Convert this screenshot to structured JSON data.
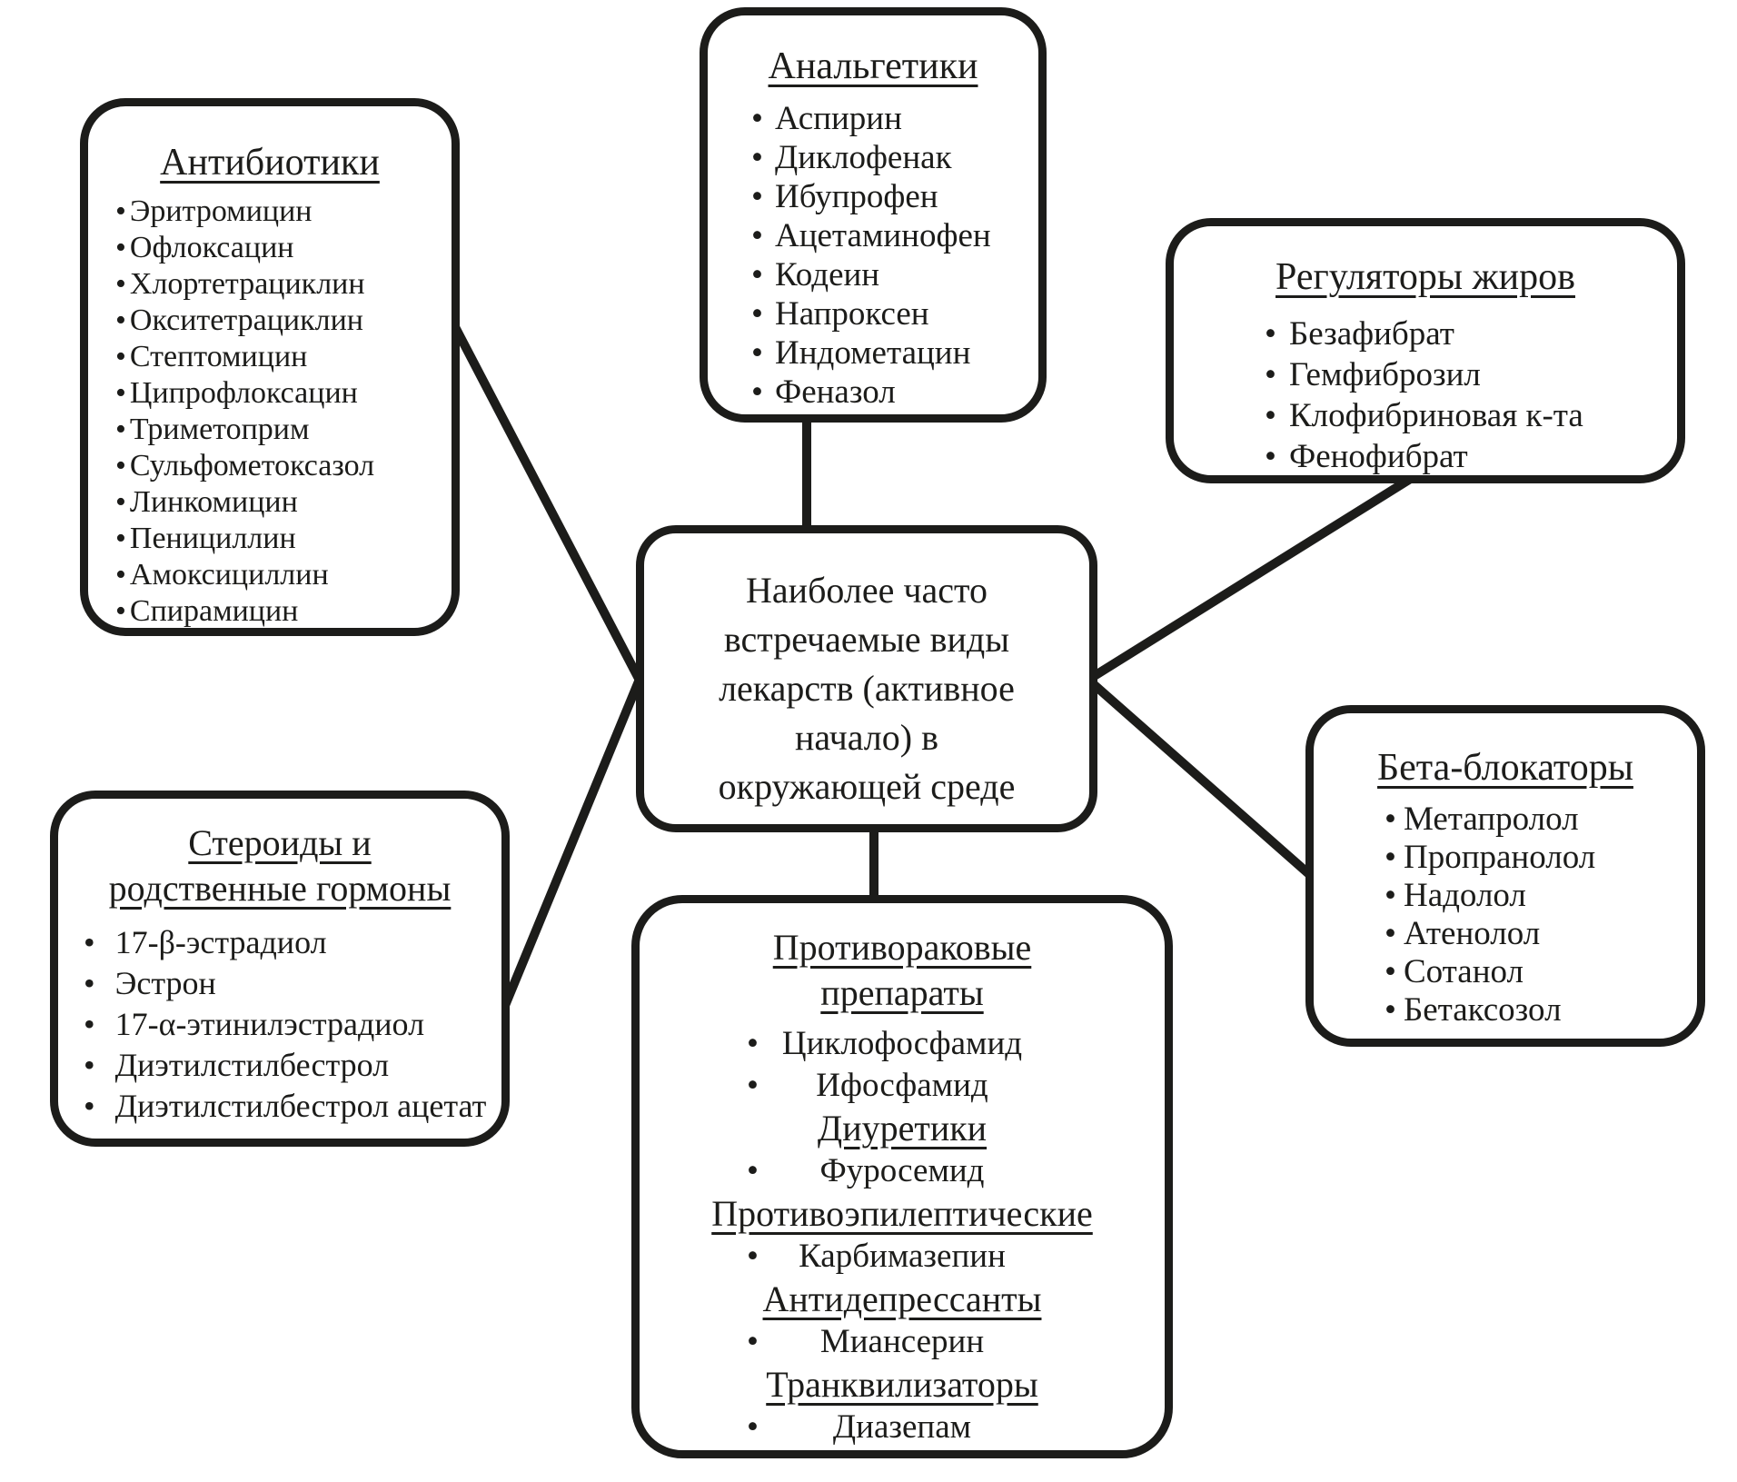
{
  "colors": {
    "ink": "#1c1c1a",
    "background": "#ffffff"
  },
  "center_box": {
    "lines": [
      "Наиболее часто",
      "встречаемые виды",
      "лекарств (активное",
      "начало) в",
      "окружающей среде"
    ]
  },
  "boxes": {
    "analgesics": {
      "title": "Анальгетики",
      "items": [
        "Аспирин",
        "Диклофенак",
        "Ибупрофен",
        "Ацетаминофен",
        "Кодеин",
        "Напроксен",
        "Индометацин",
        "Феназол"
      ]
    },
    "antibiotics": {
      "title": "Антибиотики",
      "items": [
        "Эритромицин",
        "Офлоксацин",
        "Хлортетрациклин",
        "Окситетрациклин",
        "Стептомицин",
        "Ципрофлоксацин",
        "Триметоприм",
        "Сульфометоксазол",
        "Линкомицин",
        "Пенициллин",
        "Амоксициллин",
        "Спирамицин"
      ]
    },
    "lipid_regulators": {
      "title": "Регуляторы жиров",
      "items": [
        "Безафибрат",
        "Гемфиброзил",
        "Клофибриновая к-та",
        "Фенофибрат"
      ]
    },
    "beta_blockers": {
      "title": "Бета-блокаторы",
      "items": [
        "Метапролол",
        "Пропранолол",
        "Надолол",
        "Атенолол",
        "Сотанол",
        "Бетаксозол"
      ]
    },
    "steroids": {
      "title_lines": [
        "Стероиды и",
        "родственные гормоны"
      ],
      "items": [
        "17-β-эстрадиол",
        "Эстрон",
        "17-α-этинилэстрадиол",
        "Диэтилстилбестрол",
        "Диэтилстилбестрол ацетат"
      ]
    },
    "mixed": {
      "sections": [
        {
          "title_lines": [
            "Противораковые",
            "препараты"
          ],
          "items": [
            "Циклофосфамид",
            "Ифосфамид"
          ]
        },
        {
          "title_lines": [
            "Диуретики"
          ],
          "items": [
            "Фуросемид"
          ]
        },
        {
          "title_lines": [
            "Противоэпилептические"
          ],
          "items": [
            "Карбимазепин"
          ]
        },
        {
          "title_lines": [
            "Антидепрессанты"
          ],
          "items": [
            "Миансерин"
          ]
        },
        {
          "title_lines": [
            "Транквилизаторы"
          ],
          "items": [
            "Диазепам"
          ]
        }
      ]
    }
  }
}
